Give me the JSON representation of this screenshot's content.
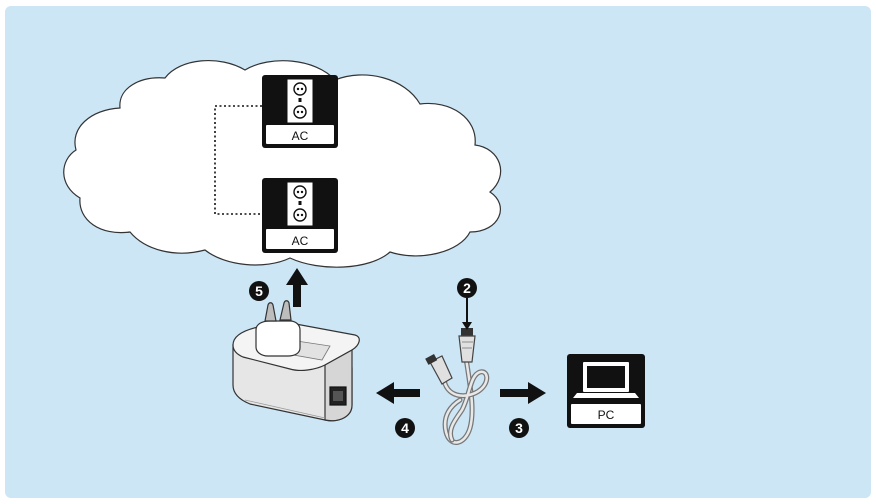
{
  "colors": {
    "panel_background": "#cce6f6",
    "cloud_fill": "#ffffff",
    "outline": "#222222",
    "badge": "#111111"
  },
  "devices": {
    "socket_top_label": "AC",
    "socket_bottom_label": "AC",
    "pc_label": "PC"
  },
  "steps": {
    "two": "2",
    "three": "3",
    "four": "4",
    "five": "5"
  },
  "icons": {
    "socket": "wall-outlet-icon",
    "pc": "laptop-icon",
    "adapter": "powerline-adapter-icon",
    "cable": "ethernet-cable-icon"
  }
}
